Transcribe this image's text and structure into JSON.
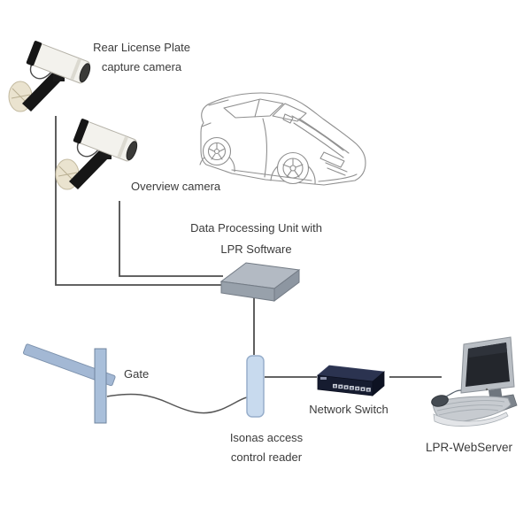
{
  "diagram": {
    "labels": {
      "rear_camera": {
        "line1": "Rear License Plate",
        "line2": "capture camera"
      },
      "overview_camera": "Overview camera",
      "dpu": {
        "line1": "Data Processing Unit with",
        "line2": "LPR Software"
      },
      "gate": "Gate",
      "network_switch": "Network Switch",
      "isonas": {
        "line1": "Isonas access",
        "line2": "control reader"
      },
      "webserver": "LPR-WebServer"
    },
    "icons": {
      "rear_plate_camera": "cctv-bullet-camera",
      "overview_camera": "cctv-bullet-camera",
      "vehicle": "car-line-drawing",
      "dpu": "flat-3d-box",
      "gate": "barrier-gate",
      "reader": "access-control-reader-panel",
      "network_switch": "rack-switch-with-ports",
      "webserver": "desktop-computer-with-keyboard-mouse"
    },
    "colors": {
      "text": "#3b3b3b",
      "connector_line": "#4d4d4d",
      "gate_arm": "#a3b8d4",
      "gate_post": "#a9bfda",
      "reader_fill": "#c8daee",
      "reader_stroke": "#97aecb",
      "dpu_top": "#b3bac3",
      "dpu_front": "#98a1ab",
      "dpu_side": "#8d96a1",
      "switch_top": "#2b3350",
      "switch_front": "#161c30",
      "switch_side": "#0d1222",
      "camera_body": "#f3f2ed",
      "camera_bracket": "#161616",
      "car_stroke": "#8f8f8f"
    }
  }
}
